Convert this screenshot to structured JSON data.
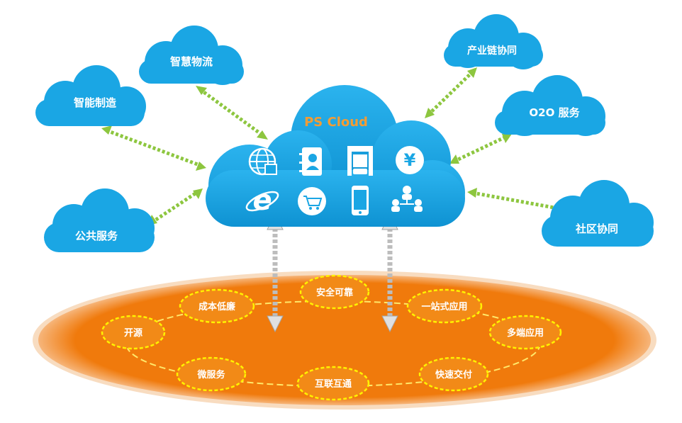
{
  "colors": {
    "background": "#ffffff",
    "cloud": "#1aa6e4",
    "cloud_dark": "#0f8fcc",
    "ellipse": "#f07a0c",
    "ellipse_edge": "#fbe7cf",
    "ring": "#fff200",
    "node_fill": "#f28a17",
    "arrow_green": "#8dc63f",
    "arrow_grey": "#cfcfcf",
    "arrow_grey_dark": "#9a9a9a",
    "ps_cloud_text": "#f39c34"
  },
  "central_cloud": {
    "title": "PS Cloud",
    "icons": [
      "globe-icon",
      "address-book-icon",
      "garage-icon",
      "yen-icon",
      "internet-explorer-icon",
      "shopping-cart-icon",
      "smartphone-icon",
      "org-chart-icon"
    ]
  },
  "satellites": [
    {
      "id": "smart-logistics",
      "label": "智慧物流"
    },
    {
      "id": "smart-manufacturing",
      "label": "智能制造"
    },
    {
      "id": "public-service",
      "label": "公共服务"
    },
    {
      "id": "industry-chain",
      "label": "产业链协同"
    },
    {
      "id": "o2o-service",
      "label": "O2O 服务"
    },
    {
      "id": "community",
      "label": "社区协同"
    }
  ],
  "platform_nodes": [
    {
      "id": "secure-reliable",
      "label": "安全可靠"
    },
    {
      "id": "low-cost",
      "label": "成本低廉"
    },
    {
      "id": "one-stop",
      "label": "一站式应用"
    },
    {
      "id": "open-source",
      "label": "开源"
    },
    {
      "id": "multi-terminal",
      "label": "多端应用"
    },
    {
      "id": "micro-service",
      "label": "微服务"
    },
    {
      "id": "interconnect",
      "label": "互联互通"
    },
    {
      "id": "fast-delivery",
      "label": "快速交付"
    }
  ]
}
